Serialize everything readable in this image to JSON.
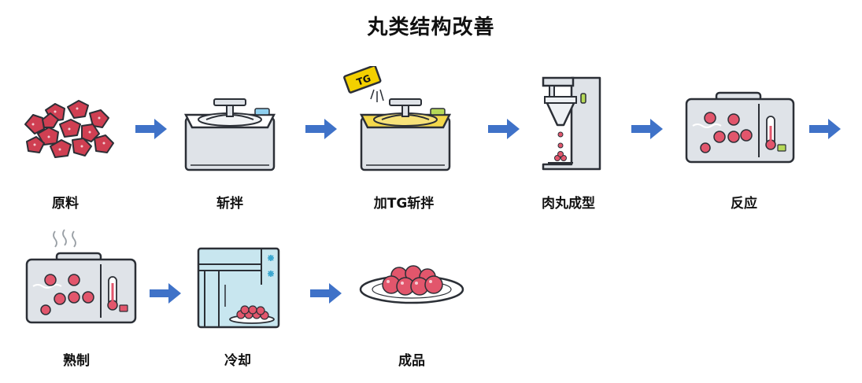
{
  "title": "丸类结构改善",
  "tg_tag": "TG",
  "steps": [
    {
      "label": "原料"
    },
    {
      "label": "斩拌"
    },
    {
      "label": "加TG斩拌"
    },
    {
      "label": "肉丸成型"
    },
    {
      "label": "反应"
    },
    {
      "label": "熟制"
    },
    {
      "label": "冷却"
    },
    {
      "label": "成品"
    }
  ],
  "colors": {
    "arrow": "#3f72c8",
    "machine": "#dfe3e8",
    "outline": "#2b2f36",
    "meatball": "#e2566c",
    "meat": "#cf3f52",
    "fridge": "#c8e6ef",
    "tg_label": "#f3d000"
  }
}
